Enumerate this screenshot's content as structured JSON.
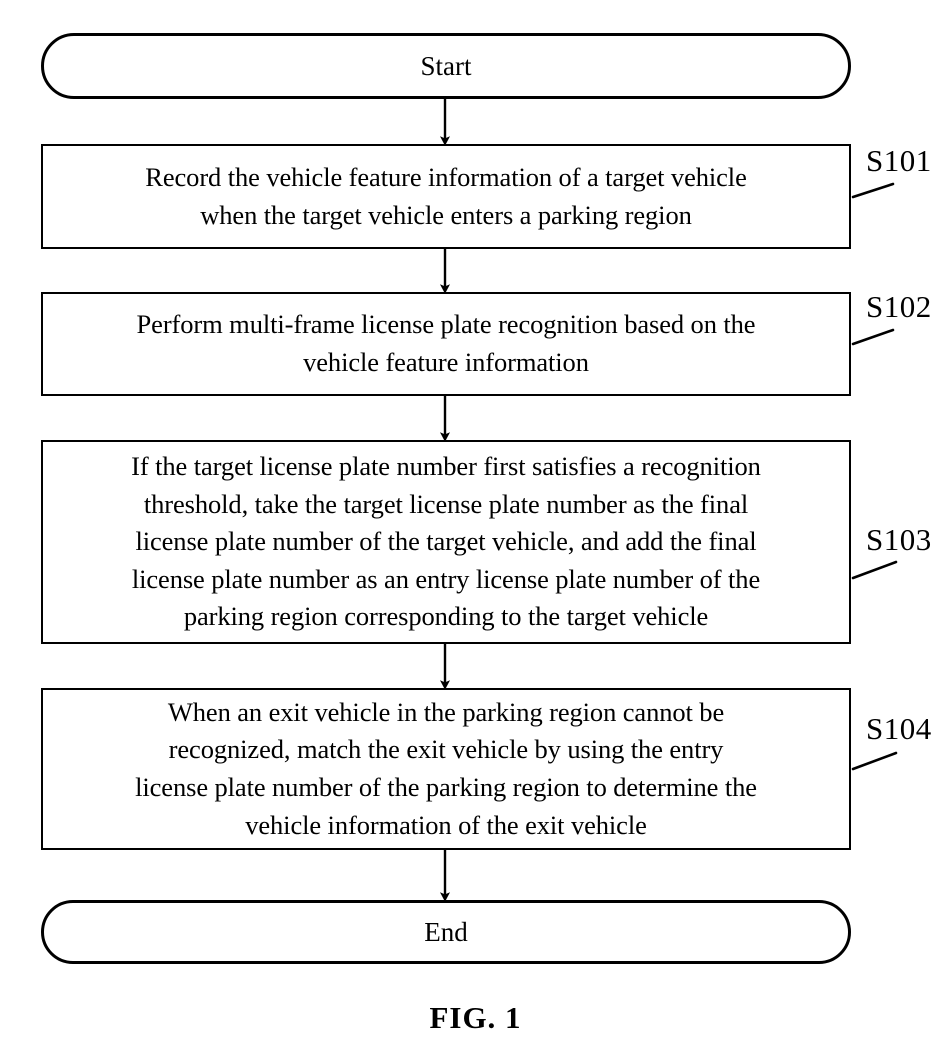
{
  "figure": {
    "caption": "FIG. 1",
    "type": "flowchart",
    "orientation": "top-to-bottom"
  },
  "nodes": {
    "start": {
      "shape": "terminator",
      "label": "Start"
    },
    "s101": {
      "shape": "process",
      "label": "Record the vehicle feature information of a target vehicle\nwhen the target vehicle enters a parking region",
      "step": "S101"
    },
    "s102": {
      "shape": "process",
      "label": "Perform multi-frame license plate recognition based on the\nvehicle feature information",
      "step": "S102"
    },
    "s103": {
      "shape": "process",
      "label": "If the target license plate number first satisfies a recognition\nthreshold, take the target license plate number as the final\nlicense plate number of the target vehicle, and add the final\nlicense plate number as an entry license plate number of the\nparking region corresponding to the target vehicle",
      "step": "S103"
    },
    "s104": {
      "shape": "process",
      "label": "When an exit vehicle in the parking region cannot be\nrecognized, match the exit vehicle by using the entry\nlicense plate number of the parking region to determine the\nvehicle information of the exit vehicle",
      "step": "S104"
    },
    "end": {
      "shape": "terminator",
      "label": "End"
    }
  },
  "connectors": [
    {
      "from": "start",
      "to": "s101",
      "style": "arrow-down"
    },
    {
      "from": "s101",
      "to": "s102",
      "style": "arrow-down"
    },
    {
      "from": "s102",
      "to": "s103",
      "style": "arrow-down"
    },
    {
      "from": "s103",
      "to": "s104",
      "style": "arrow-down"
    },
    {
      "from": "s104",
      "to": "end",
      "style": "arrow-down"
    }
  ],
  "colors": {
    "stroke": "#000000",
    "fill": "#ffffff",
    "text": "#000000"
  }
}
